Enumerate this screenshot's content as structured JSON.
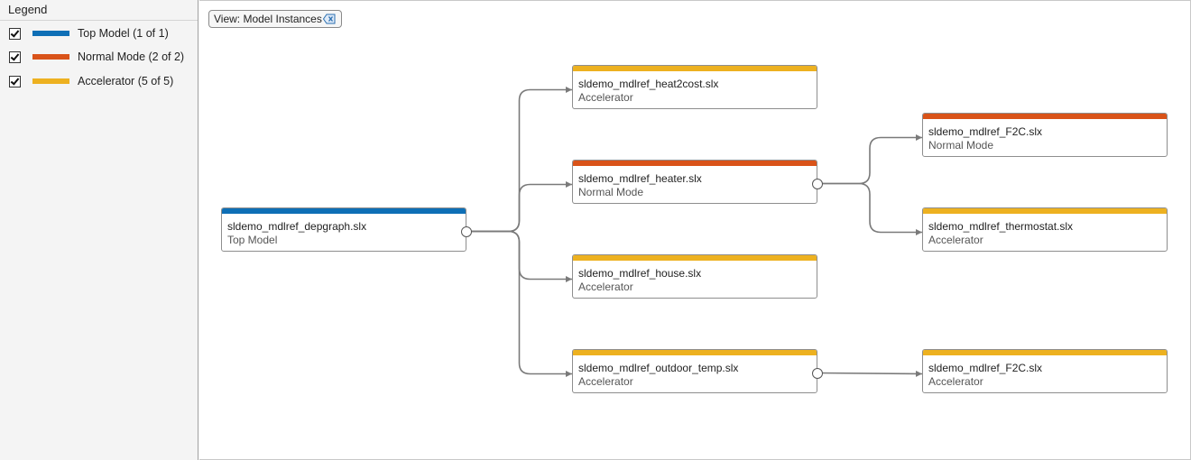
{
  "legend": {
    "title": "Legend",
    "items": [
      {
        "label": "Top Model (1 of 1)",
        "color": "#0e6fb6",
        "checked": true
      },
      {
        "label": "Normal Mode (2 of 2)",
        "color": "#d95319",
        "checked": true
      },
      {
        "label": "Accelerator (5 of 5)",
        "color": "#edb120",
        "checked": true
      }
    ]
  },
  "view": {
    "label": "View: Model Instances",
    "close_icon": "clear-filter-icon"
  },
  "nodes": [
    {
      "id": "depgraph",
      "name": "sldemo_mdlref_depgraph.slx",
      "mode": "Top Model",
      "color": "#0e6fb6"
    },
    {
      "id": "heat2cost",
      "name": "sldemo_mdlref_heat2cost.slx",
      "mode": "Accelerator",
      "color": "#edb120"
    },
    {
      "id": "heater",
      "name": "sldemo_mdlref_heater.slx",
      "mode": "Normal Mode",
      "color": "#d95319"
    },
    {
      "id": "house",
      "name": "sldemo_mdlref_house.slx",
      "mode": "Accelerator",
      "color": "#edb120"
    },
    {
      "id": "outdoor",
      "name": "sldemo_mdlref_outdoor_temp.slx",
      "mode": "Accelerator",
      "color": "#edb120"
    },
    {
      "id": "f2c_normal",
      "name": "sldemo_mdlref_F2C.slx",
      "mode": "Normal Mode",
      "color": "#d95319"
    },
    {
      "id": "thermostat",
      "name": "sldemo_mdlref_thermostat.slx",
      "mode": "Accelerator",
      "color": "#edb120"
    },
    {
      "id": "f2c_accel",
      "name": "sldemo_mdlref_F2C.slx",
      "mode": "Accelerator",
      "color": "#edb120"
    }
  ],
  "edges": [
    {
      "from": "depgraph",
      "to": "heat2cost"
    },
    {
      "from": "depgraph",
      "to": "heater"
    },
    {
      "from": "depgraph",
      "to": "house"
    },
    {
      "from": "depgraph",
      "to": "outdoor"
    },
    {
      "from": "heater",
      "to": "f2c_normal"
    },
    {
      "from": "heater",
      "to": "thermostat"
    },
    {
      "from": "outdoor",
      "to": "f2c_accel"
    }
  ]
}
